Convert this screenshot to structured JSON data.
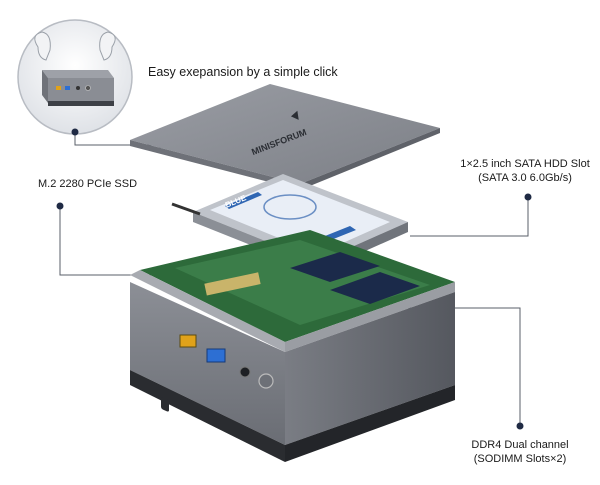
{
  "callouts": {
    "expansion": "Easy exepansion by a simple click",
    "ssd": "M.2 2280 PCIe SSD",
    "hdd_line1": "1×2.5 inch SATA HDD Slot",
    "hdd_line2": "(SATA 3.0 6.0Gb/s)",
    "ram_line1": "DDR4 Dual channel",
    "ram_line2": "(SODIMM Slots×2)"
  },
  "lid_logo": "MINISFORUM",
  "hdd_brand": "BLUE",
  "colors": {
    "case": "#7d8088",
    "case_dark": "#4e5158",
    "lid": "#8e9198",
    "leader_dot": "#1f2a44",
    "usb_yellow": "#e0a21a",
    "usb_blue": "#2d6fd3",
    "hdd_label": "#e9eef6"
  }
}
